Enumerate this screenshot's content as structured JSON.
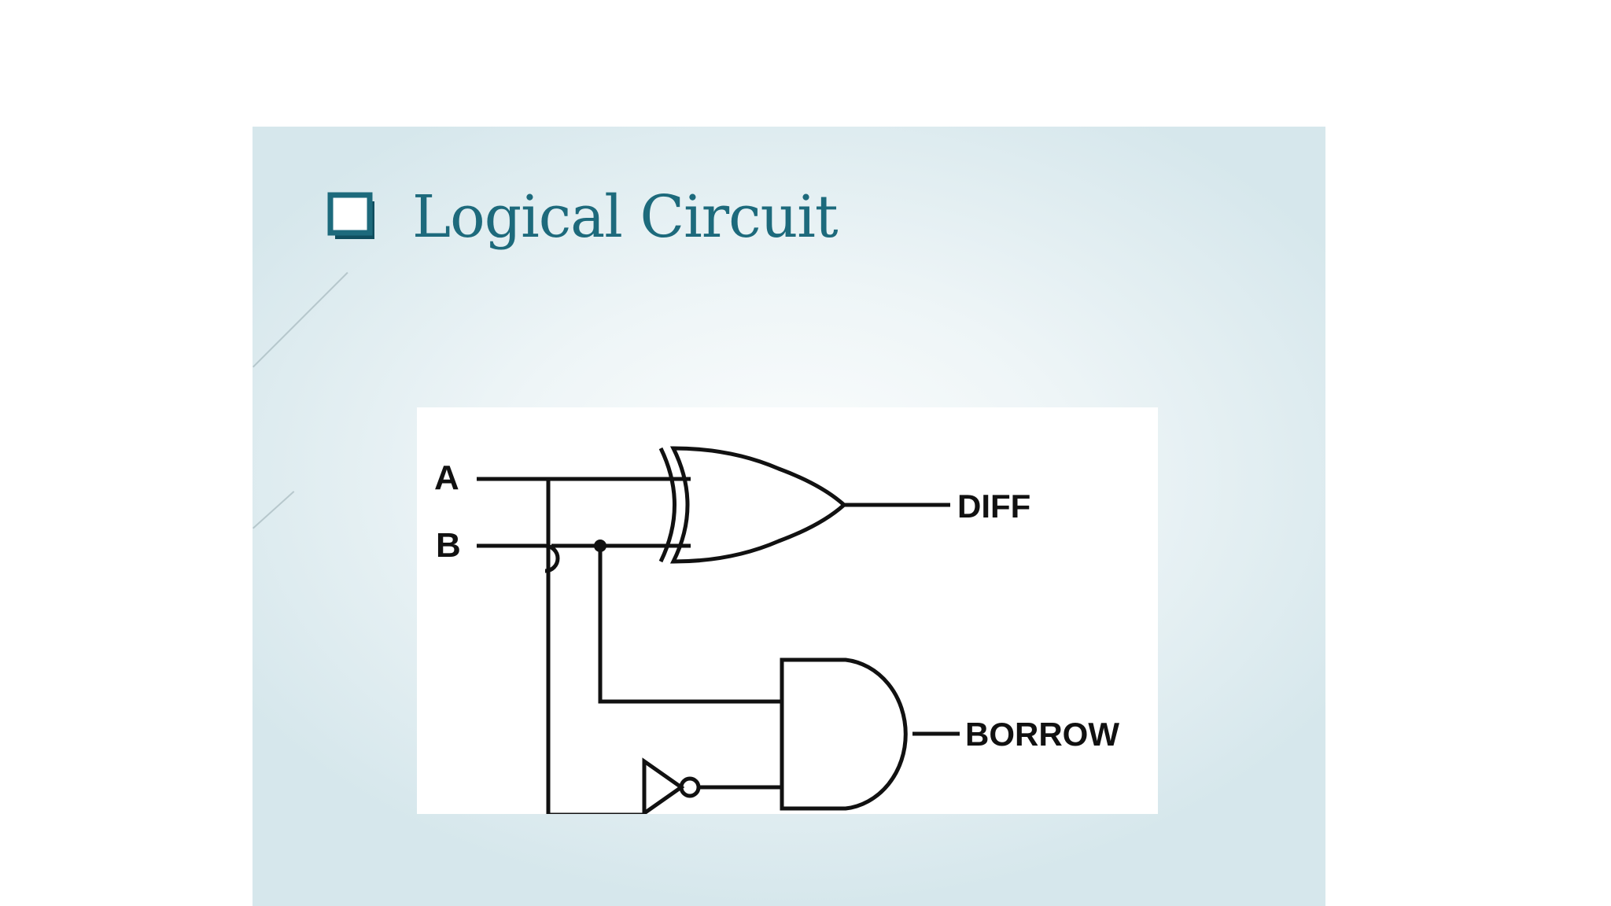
{
  "slide": {
    "title": "Logical Circuit",
    "title_color": "#1d6a7c"
  },
  "diagram": {
    "inputs": [
      {
        "label": "A"
      },
      {
        "label": "B"
      }
    ],
    "outputs": {
      "diff": "DIFF",
      "borrow": "BORROW"
    },
    "gates": [
      "xor-gate",
      "and-gate",
      "not-gate"
    ],
    "line_color": "#111111"
  }
}
